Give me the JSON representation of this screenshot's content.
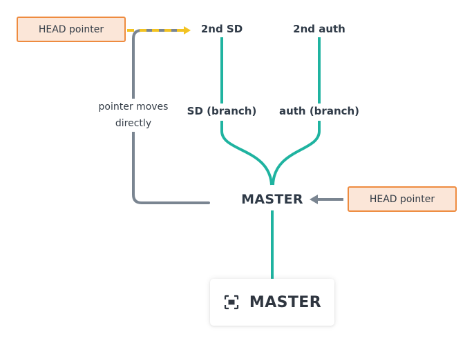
{
  "nodes": {
    "sd_second": "2nd SD",
    "auth_second": "2nd auth",
    "sd_branch": "SD (branch)",
    "auth_branch": "auth (branch)",
    "master": "MASTER"
  },
  "head_pointer_top": "HEAD pointer",
  "head_pointer_master": "HEAD pointer",
  "pointer_note": {
    "line1": "pointer moves",
    "line2": "directly"
  },
  "master_card": {
    "icon": "branch-target-icon",
    "label": "MASTER"
  },
  "colors": {
    "branch_line": "#1fb3a0",
    "pointer_line": "#7a8591",
    "moved_pointer": "#f2c322",
    "head_fill": "#fbe6d8",
    "head_border": "#ee8b3f"
  }
}
